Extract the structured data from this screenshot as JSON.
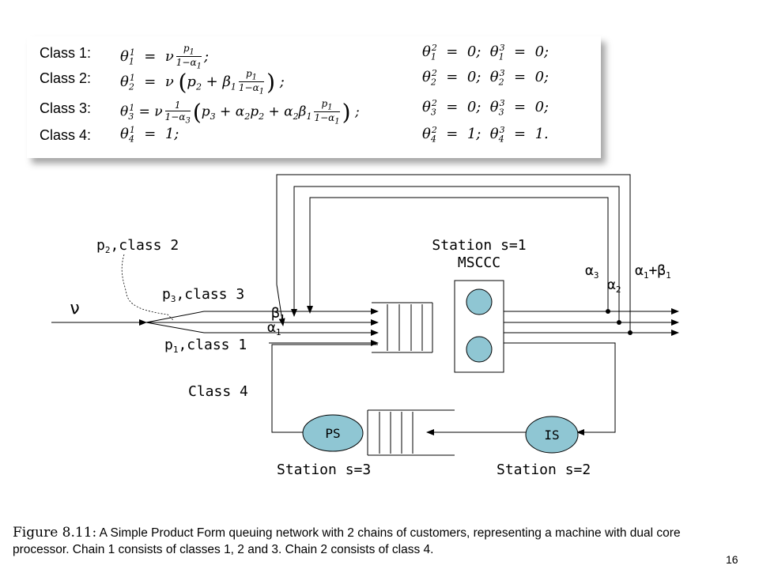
{
  "equations": [
    {
      "label": "Class 1:",
      "lhs": "θ₁¹ = ν · p₁ / (1−α₁) ;",
      "rhs": "θ₁² = 0;  θ₁³ = 0;"
    },
    {
      "label": "Class 2:",
      "lhs": "θ₂¹ = ν ( p₂ + β₁ · p₁ / (1−α₁) ) ;",
      "rhs": "θ₂² = 0;  θ₂³ = 0;"
    },
    {
      "label": "Class 3:",
      "lhs": "θ₃¹ = ν · 1/(1−α₃) ( p₃ + α₂p₂ + α₂β₁ · p₁/(1−α₁) ) ;",
      "rhs": "θ₃² = 0;  θ₃³ = 0;"
    },
    {
      "label": "Class 4:",
      "lhs": "θ₄¹ = 1;",
      "rhs": "θ₄² = 1;  θ₄³ = 1."
    }
  ],
  "diagram": {
    "nu": "ν",
    "p2_label": "p",
    "p2_sub": "2",
    "p2_suffix": ",class 2",
    "p3_label": "p",
    "p3_sub": "3",
    "p3_suffix": ",class 3",
    "p1_label": "p",
    "p1_sub": "1",
    "p1_suffix": ",class 1",
    "class4": "Class 4",
    "beta1": "β",
    "beta1_sub": "1",
    "alpha1": "α",
    "alpha1_sub": "1",
    "alpha3": "α",
    "alpha3_sub": "3",
    "alpha2": "α",
    "alpha2_sub": "2",
    "alpha1_beta1": "α",
    "alpha1_beta1_sub1": "1",
    "alpha1_beta1_plus": "+β",
    "alpha1_beta1_sub2": "1",
    "station1_line1": "Station s=1",
    "station1_line2": "MSCCC",
    "ps": "PS",
    "is": "IS",
    "station3": "Station s=3",
    "station2": "Station s=2",
    "colors": {
      "server_fill": "#8fc6d3",
      "line": "#000000"
    }
  },
  "caption": {
    "figure": "Figure 8.11:",
    "text": " A Simple Product Form queuing network with 2 chains of customers, representing a machine with dual core processor. Chain 1 consists of classes 1, 2 and 3. Chain 2 consists of class 4."
  },
  "page_number": "16"
}
